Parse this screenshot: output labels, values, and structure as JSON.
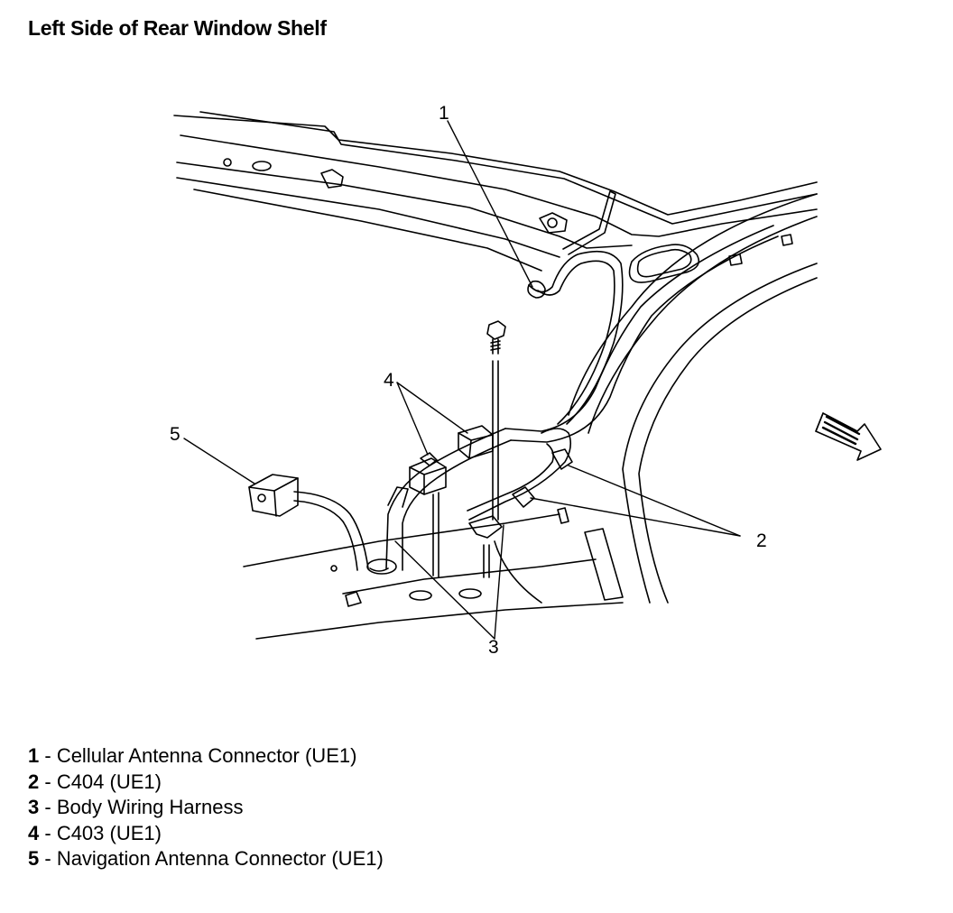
{
  "title": "Left Side of Rear Window Shelf",
  "callouts": [
    "1",
    "2",
    "3",
    "4",
    "5"
  ],
  "legend": [
    {
      "num": "1",
      "sep": " - ",
      "text": "Cellular Antenna Connector (UE1)"
    },
    {
      "num": "2",
      "sep": " - ",
      "text": "C404 (UE1)"
    },
    {
      "num": "3",
      "sep": " - ",
      "text": "Body Wiring Harness"
    },
    {
      "num": "4",
      "sep": " - ",
      "text": "C403 (UE1)"
    },
    {
      "num": "5",
      "sep": " - ",
      "text": "Navigation Antenna Connector (UE1)"
    }
  ],
  "line_color": "#000000",
  "background": "#ffffff"
}
